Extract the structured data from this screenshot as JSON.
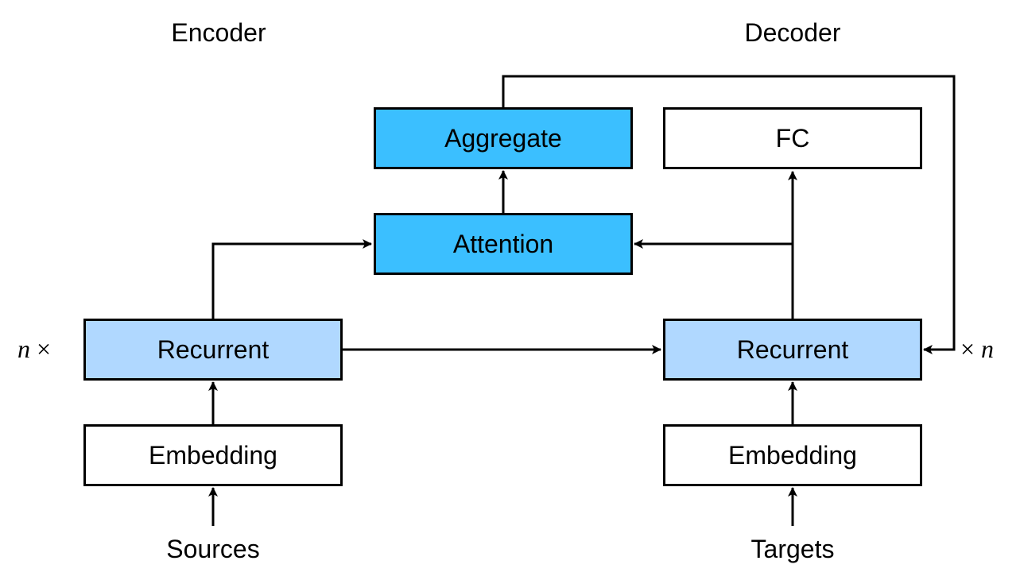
{
  "headers": {
    "encoder": "Encoder",
    "decoder": "Decoder"
  },
  "boxes": {
    "aggregate": "Aggregate",
    "fc": "FC",
    "attention": "Attention",
    "encoder_recurrent": "Recurrent",
    "decoder_recurrent": "Recurrent",
    "encoder_embedding": "Embedding",
    "decoder_embedding": "Embedding"
  },
  "inputs": {
    "sources": "Sources",
    "targets": "Targets"
  },
  "repeat_labels": {
    "left_prefix": "n",
    "left_suffix": " ×",
    "right_prefix": "× ",
    "right_suffix": "n"
  },
  "colors": {
    "dark_attention_blue": "#3bbfff",
    "light_recurrent_blue": "#b0d8ff",
    "outline": "#000000",
    "background": "#ffffff"
  }
}
